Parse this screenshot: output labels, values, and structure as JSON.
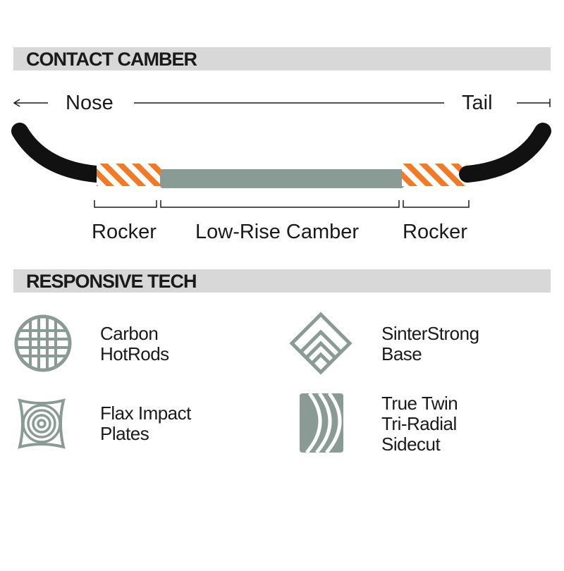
{
  "sections": {
    "profile_title": "CONTACT CAMBER",
    "tech_title": "RESPONSIVE TECH"
  },
  "profile": {
    "nose": "Nose",
    "tail": "Tail",
    "zones": [
      {
        "label": "Rocker"
      },
      {
        "label": "Low-Rise Camber"
      },
      {
        "label": "Rocker"
      }
    ],
    "colors": {
      "tip": "#111111",
      "rocker": "#f07a25",
      "camber": "#8a9a94"
    }
  },
  "tech": [
    {
      "icon": "grid-circle-icon",
      "lines": [
        "Carbon",
        "HotRods"
      ]
    },
    {
      "icon": "diamond-chevron-icon",
      "lines": [
        "SinterStrong",
        "Base"
      ]
    },
    {
      "icon": "concentric-plate-icon",
      "lines": [
        "Flax Impact",
        "Plates"
      ]
    },
    {
      "icon": "tri-radial-icon",
      "lines": [
        "True Twin",
        "Tri-Radial",
        "Sidecut"
      ]
    }
  ],
  "colors": {
    "icon_gray": "#8a9a94",
    "bar_gray": "#d8d8d8"
  }
}
